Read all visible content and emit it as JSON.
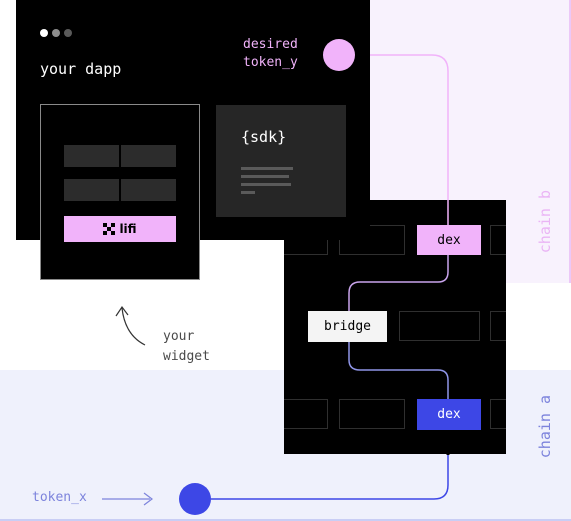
{
  "dapp": {
    "title": "your dapp"
  },
  "desired_token": {
    "label": "desired\ntoken_y"
  },
  "sdk": {
    "label": "{sdk}"
  },
  "widget": {
    "button_label": "lifi",
    "note": "your\nwidget"
  },
  "route": {
    "dex_b": "dex",
    "bridge": "bridge",
    "dex_a": "dex"
  },
  "chains": {
    "b": "chain b",
    "a": "chain a"
  },
  "source_token": {
    "label": "token_x"
  },
  "colors": {
    "chain_b": "#f1b3fa",
    "chain_a": "#3d47e6",
    "dark": "#000000"
  }
}
